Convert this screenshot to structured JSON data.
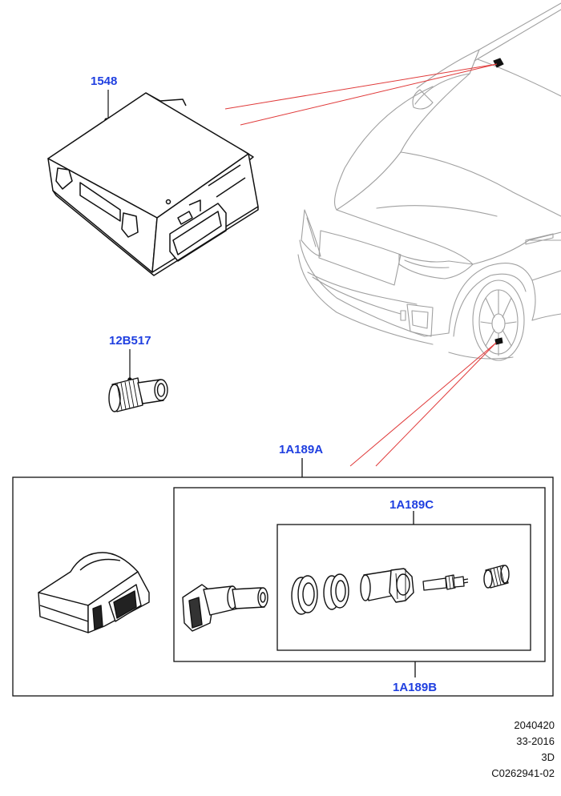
{
  "labels": {
    "module": "1548",
    "adapter": "12B517",
    "sensor_kit": "1A189A",
    "valve_kit": "1A189B",
    "hardware_kit": "1A189C"
  },
  "reference": {
    "line1": "2040420",
    "line2": "33-2016",
    "line3": "3D",
    "line4": "C0262941-02"
  },
  "colors": {
    "label": "#1f3fe0",
    "leader_red": "#e03a3a",
    "line": "#111111",
    "car_line": "#9a9a9a"
  },
  "icons": [
    "tpms-module",
    "valve-adapter",
    "tpms-sensor",
    "valve-stem",
    "seal-ring",
    "grommet",
    "nut",
    "valve-core",
    "valve-cap",
    "vehicle"
  ]
}
